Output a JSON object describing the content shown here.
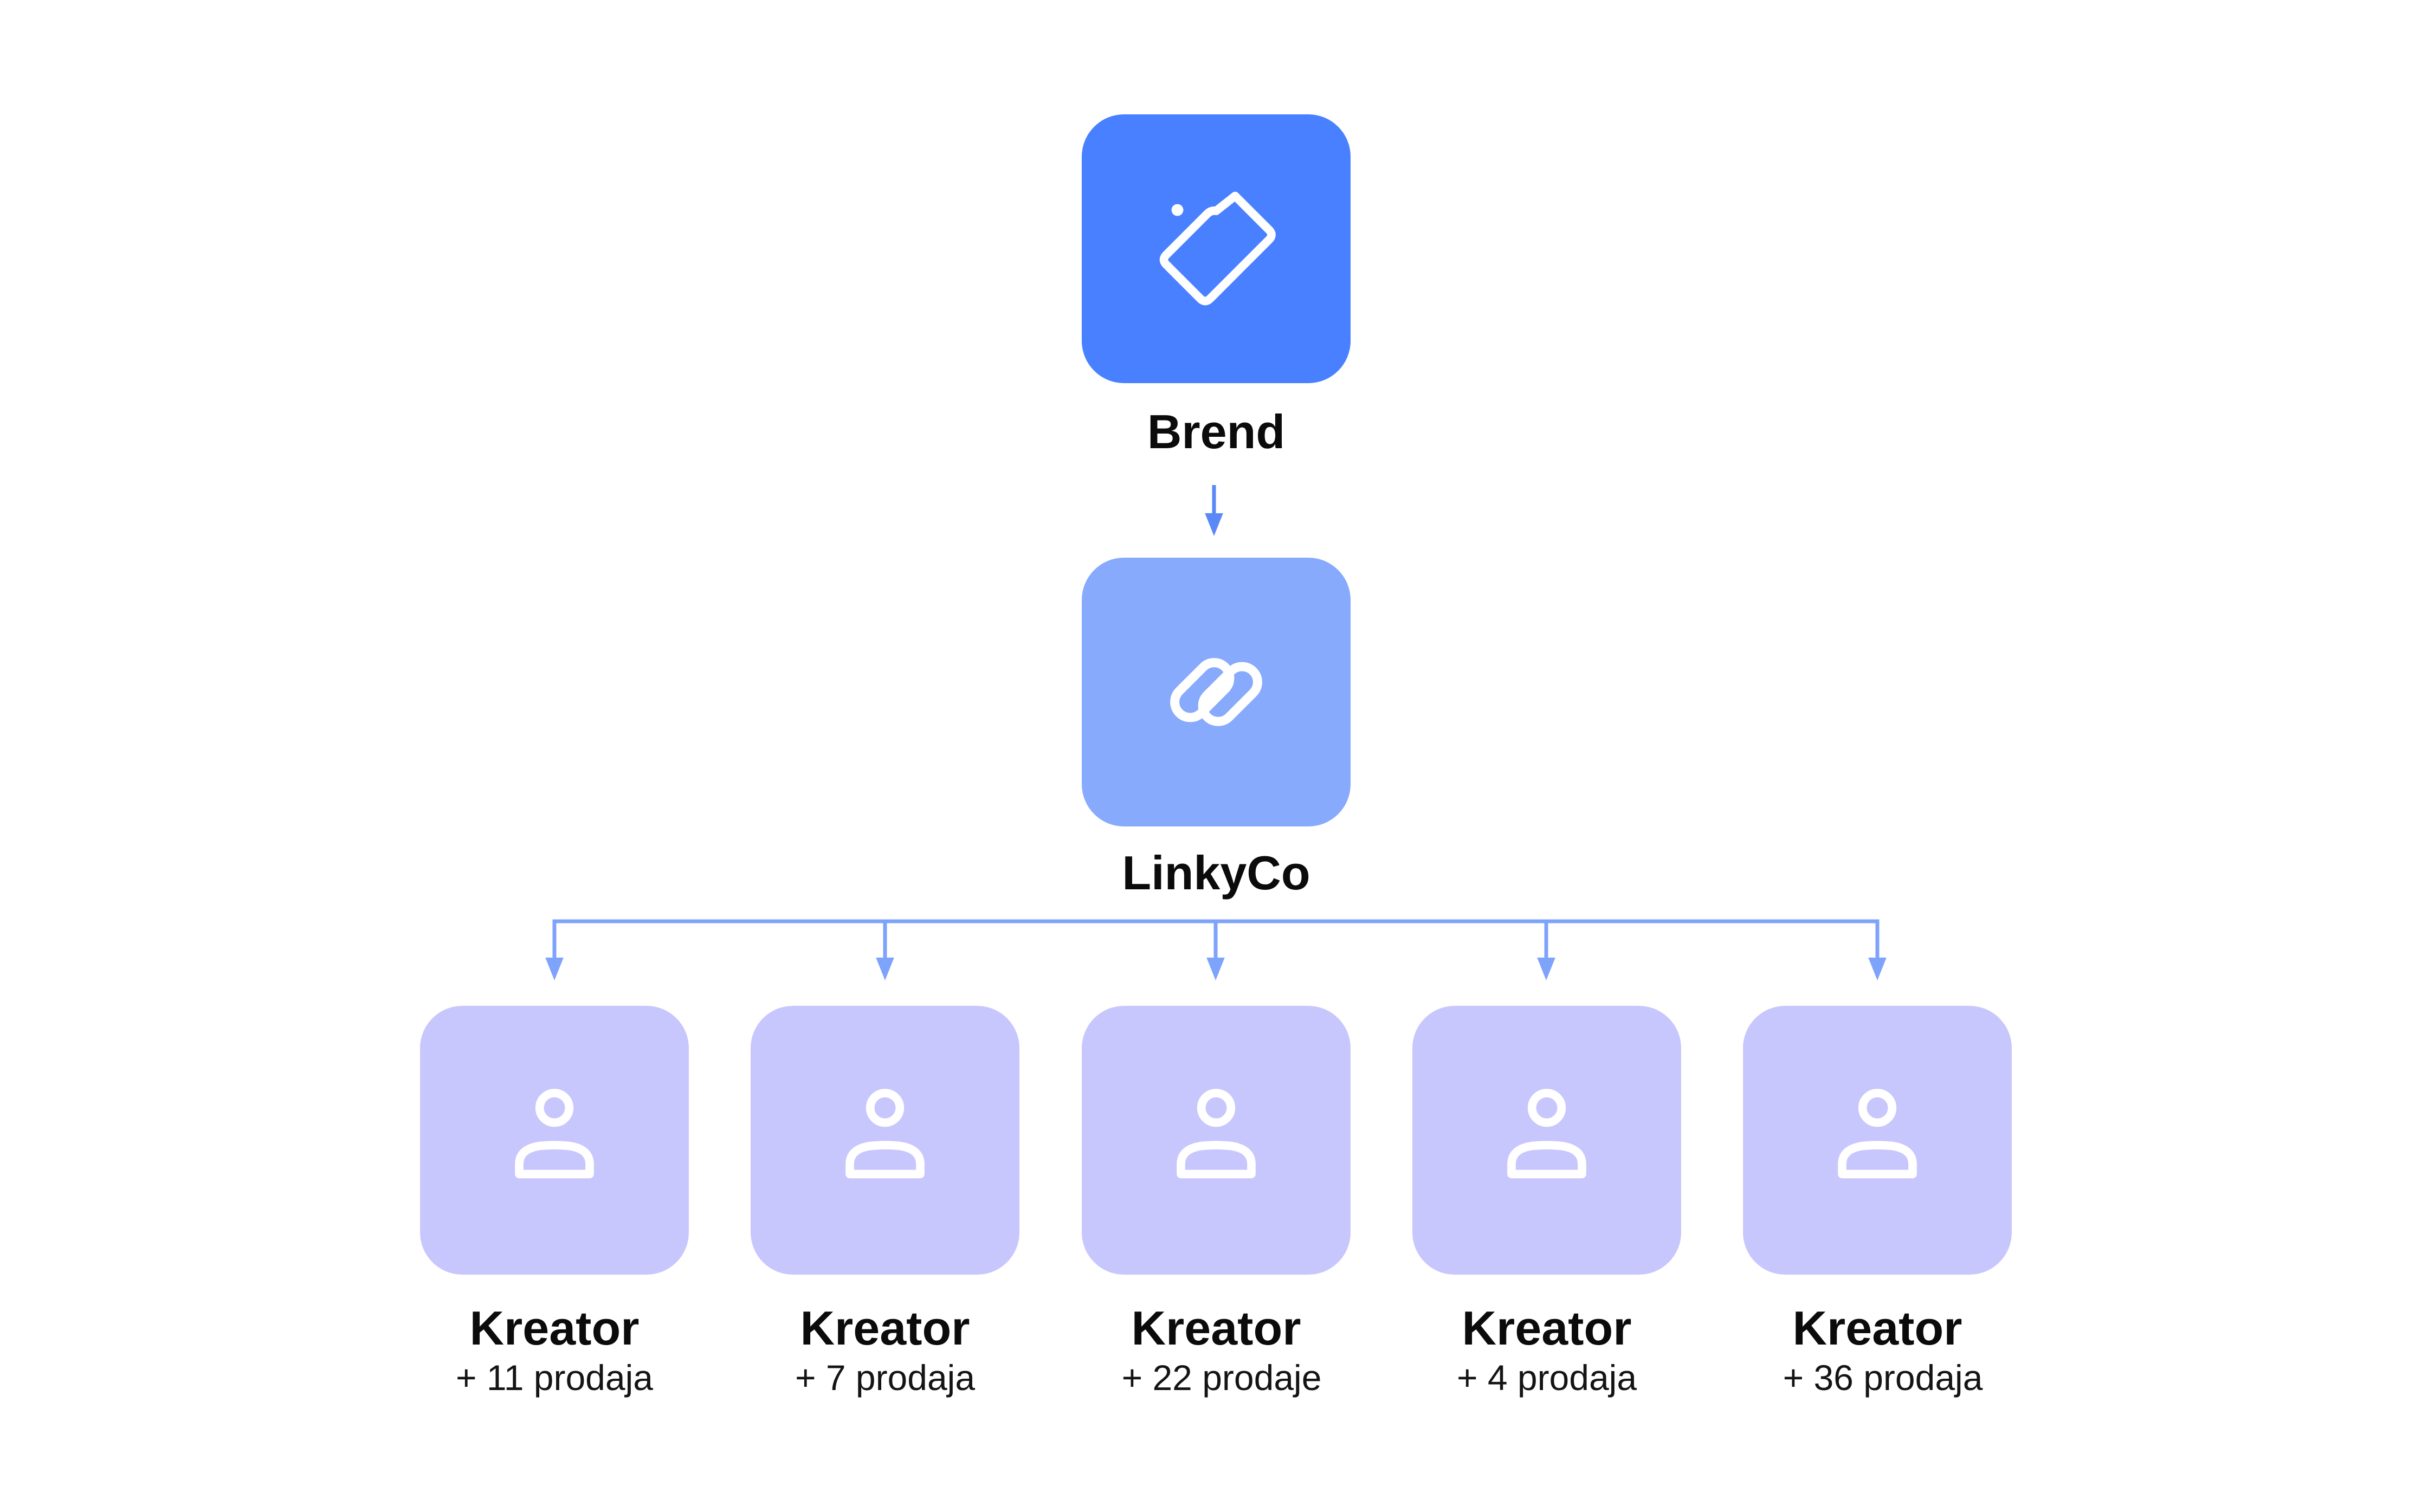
{
  "brand": {
    "label": "Brend",
    "icon": "tag-icon",
    "color": "#4880ff"
  },
  "platform": {
    "label": "LinkyCo",
    "icon": "link-icon",
    "color": "#87aafd"
  },
  "connector_color": "#7ea3fb",
  "creators": [
    {
      "label": "Kreator",
      "sales": "+ 11 prodaja",
      "icon": "user-icon",
      "color": "#c8c7fd"
    },
    {
      "label": "Kreator",
      "sales": "+ 7 prodaja",
      "icon": "user-icon",
      "color": "#c8c7fd"
    },
    {
      "label": "Kreator",
      "sales": "+ 22 prodaje",
      "icon": "user-icon",
      "color": "#c8c7fd"
    },
    {
      "label": "Kreator",
      "sales": "+ 4 prodaja",
      "icon": "user-icon",
      "color": "#c8c7fd"
    },
    {
      "label": "Kreator",
      "sales": "+ 36 prodaja",
      "icon": "user-icon",
      "color": "#c8c7fd"
    }
  ]
}
